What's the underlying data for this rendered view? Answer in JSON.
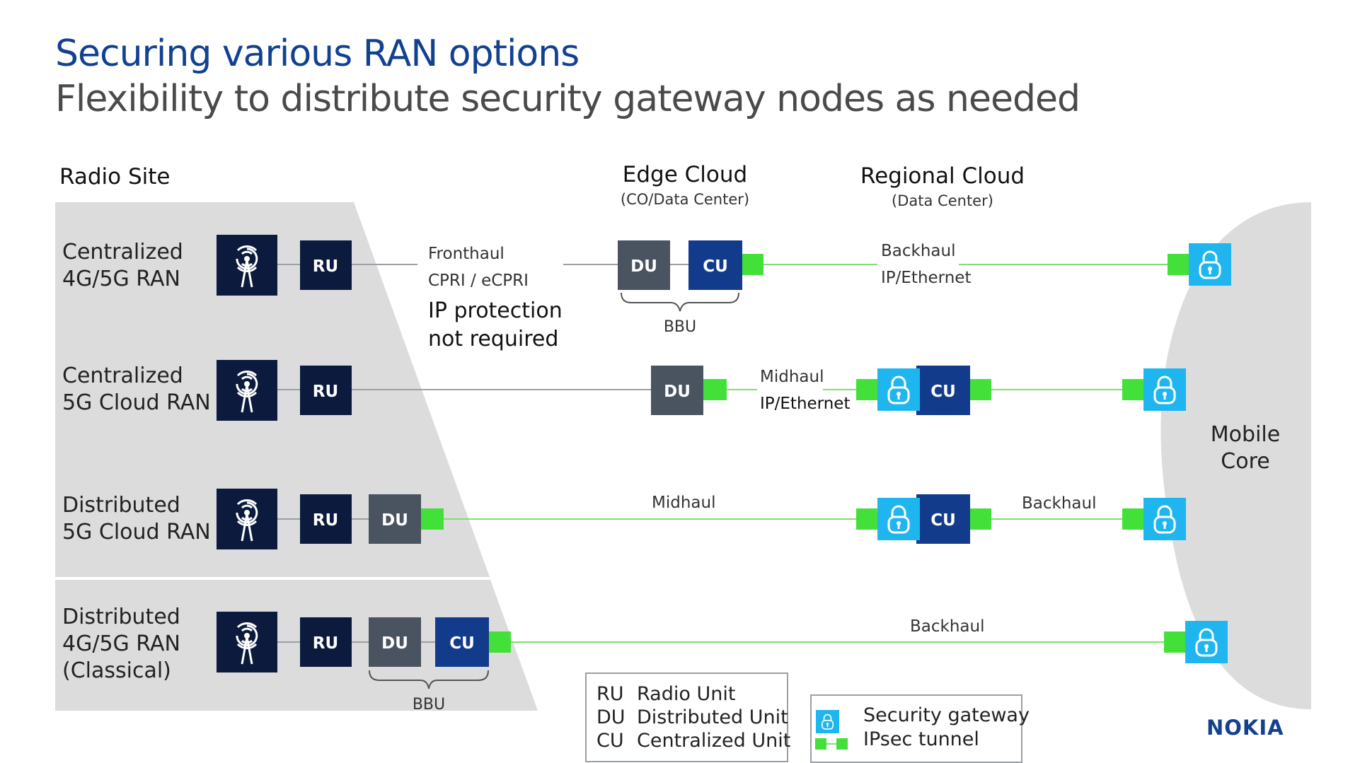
{
  "title": "Securing various RAN options",
  "subtitle": "Flexibility to distribute security gateway nodes as needed",
  "headers": {
    "radio_site": "Radio Site",
    "edge_cloud": "Edge Cloud",
    "edge_cloud_sub": "(CO/Data Center)",
    "regional_cloud": "Regional Cloud",
    "regional_cloud_sub": "(Data Center)"
  },
  "rows": [
    {
      "label": "Centralized\n4G/5G RAN"
    },
    {
      "label": "Centralized\n5G Cloud RAN"
    },
    {
      "label": "Distributed\n5G Cloud RAN"
    },
    {
      "label": "Distributed\n4G/5G RAN\n(Classical)"
    }
  ],
  "nodes": {
    "ru": "RU",
    "du": "DU",
    "cu": "CU",
    "bbu": "BBU"
  },
  "links": {
    "fronthaul": "Fronthaul",
    "cpri": "CPRI / eCPRI",
    "ip_protection": "IP protection\nnot required",
    "backhaul": "Backhaul",
    "ip_ethernet": "IP/Ethernet",
    "midhaul": "Midhaul"
  },
  "mobile_core": "Mobile\nCore",
  "legend": {
    "abbrev": [
      {
        "code": "RU",
        "name": "Radio Unit"
      },
      {
        "code": "DU",
        "name": "Distributed Unit"
      },
      {
        "code": "CU",
        "name": "Centralized Unit"
      }
    ],
    "security_gateway": "Security gateway",
    "ipsec_tunnel": "IPsec tunnel"
  },
  "brand": "NOKIA",
  "icons": {
    "antenna": "antenna-icon",
    "lock": "lock-icon"
  },
  "colors": {
    "title": "#124191",
    "ru": "#0c1b3d",
    "du": "#4a5360",
    "cu": "#133b8c",
    "gateway": "#1fb6f0",
    "tunnel": "#44e03a",
    "site_bg": "#dcdcdc"
  }
}
